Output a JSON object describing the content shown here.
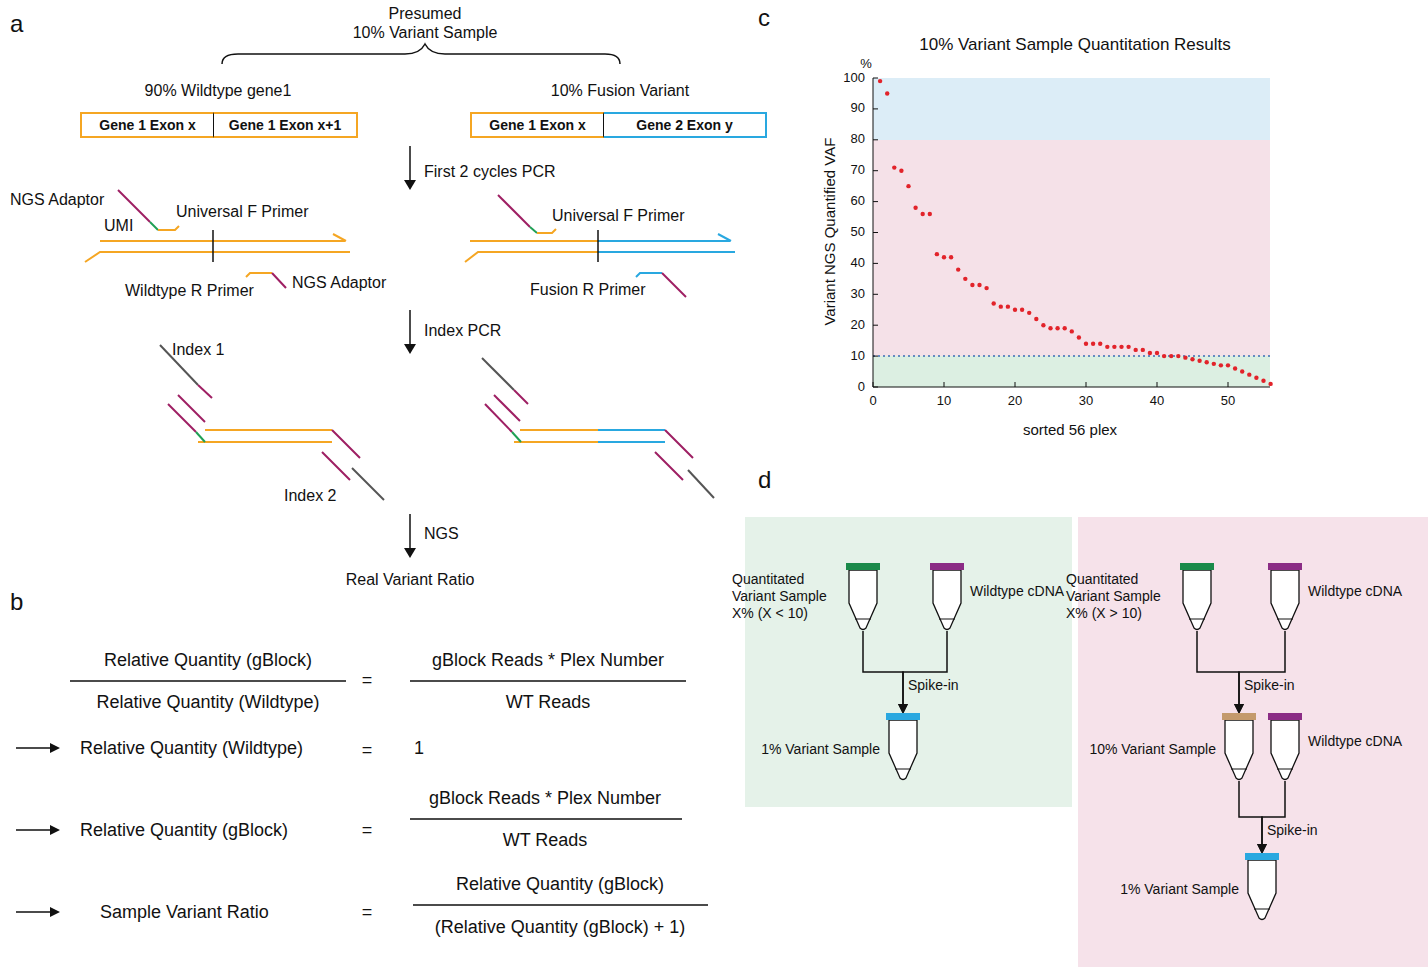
{
  "diagram": {
    "nodes": [
      {
        "text": [
          "Gene 1 Exon x"
        ]
      },
      {
        "text": [
          "Gene 1 Exon x+1"
        ]
      },
      {
        "text": [
          "Gene 1 Exon x"
        ]
      },
      {
        "text": [
          "Gene 2 Exon y"
        ]
      },
      {
        "text": [
          "Quantitated Variant Sample X% (X < 10)"
        ]
      },
      {
        "text": [
          "Wildtype cDNA"
        ]
      },
      {
        "text": [
          "1% Variant Sample"
        ]
      },
      {
        "text": [
          "Quantitated Variant Sample X% (X > 10)"
        ]
      },
      {
        "text": [
          "Wildtype cDNA"
        ]
      },
      {
        "text": [
          "10% Variant Sample"
        ]
      },
      {
        "text": [
          "Wildtype cDNA"
        ]
      },
      {
        "text": [
          "1% Variant Sample"
        ]
      }
    ],
    "edges": [
      {
        "from": 4,
        "to": 6,
        "arrow": "to",
        "label": "Spike-in"
      },
      {
        "from": 5,
        "to": 6,
        "arrow": "to"
      },
      {
        "from": 7,
        "to": 9,
        "arrow": "to",
        "label": "Spike-in"
      },
      {
        "from": 8,
        "to": 9,
        "arrow": "to"
      },
      {
        "from": 9,
        "to": 11,
        "arrow": "to",
        "label": "Spike-in"
      },
      {
        "from": 10,
        "to": 11,
        "arrow": "to"
      }
    ],
    "labels": [
      "a",
      "Presumed",
      "10% Variant Sample",
      "90% Wildtype gene1",
      "10% Fusion Variant",
      "First 2 cycles PCR",
      "NGS Adaptor",
      "UMI",
      "Universal F Primer",
      "Wildtype R Primer",
      "NGS Adaptor",
      "Universal F Primer",
      "Fusion R Primer",
      "Index PCR",
      "Index 1",
      "Index 2",
      "NGS",
      "Real Variant Ratio",
      "b",
      "Relative Quantity (gBlock)",
      "Relative Quantity (Wildtype)",
      "=",
      "gBlock Reads * Plex Number",
      "WT Reads",
      "Relative Quantity (Wildtype)",
      "=",
      "1",
      "Relative Quantity (gBlock)",
      "=",
      "gBlock Reads * Plex Number",
      "WT Reads",
      "Sample Variant Ratio",
      "=",
      "Relative Quantity (gBlock)",
      "(Relative Quantity (gBlock) + 1)",
      "c",
      "10% Variant Sample Quantitation Results",
      "%",
      "Variant  NGS  Quantified VAF",
      "0",
      "10",
      "20",
      "30",
      "40",
      "50",
      "60",
      "70",
      "80",
      "90",
      "100",
      "0",
      "10",
      "20",
      "30",
      "40",
      "50",
      "sorted 56 plex",
      "d"
    ]
  }
}
